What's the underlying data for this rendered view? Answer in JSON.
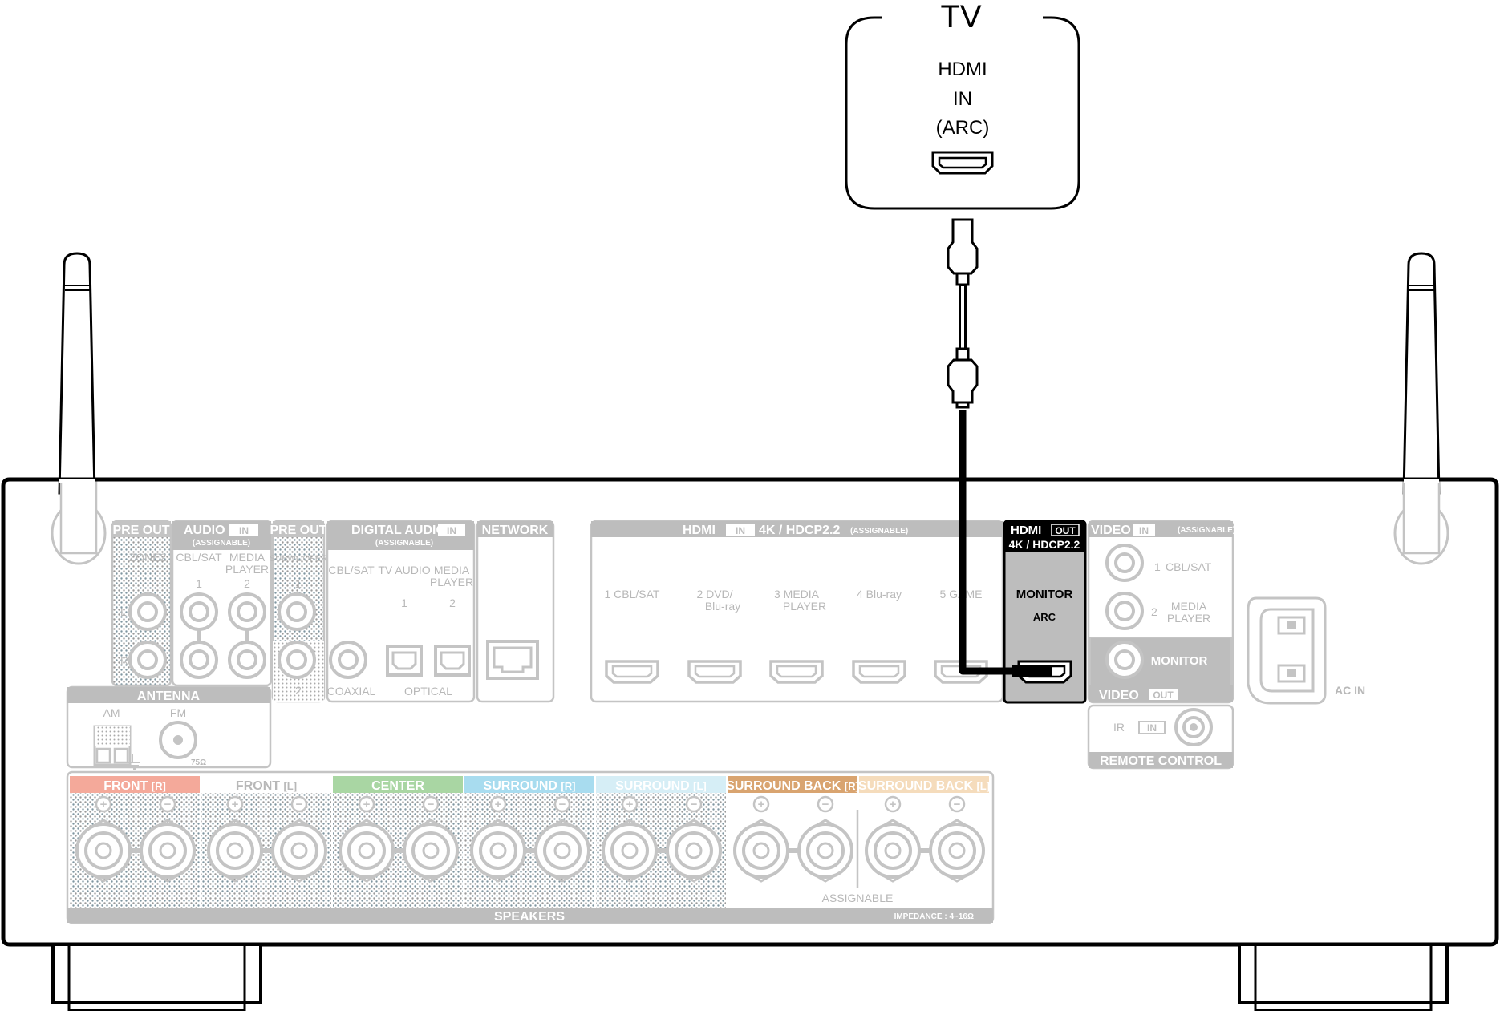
{
  "tv": {
    "title": "TV",
    "port_line1": "HDMI",
    "port_line2": "IN",
    "port_line3": "(ARC)"
  },
  "receiver": {
    "pre_out_zone2": {
      "header": "PRE OUT",
      "sub": "ZONE2",
      "l": "L",
      "r": "R"
    },
    "audio_in": {
      "header": "AUDIO",
      "badge": "IN",
      "sub": "(ASSIGNABLE)",
      "col1": "CBL/SAT",
      "col1_num": "1",
      "col2": "MEDIA PLAYER",
      "col2_num": "2"
    },
    "pre_out_sub": {
      "header": "PRE OUT",
      "sub": "SUBWOOFER",
      "n1": "1",
      "n2": "2"
    },
    "digital_audio": {
      "header": "DIGITAL AUDIO",
      "badge": "IN",
      "sub": "(ASSIGNABLE)",
      "c1": "CBL/SAT",
      "c2": "TV AUDIO",
      "c3": "MEDIA PLAYER",
      "n1": "1",
      "n2": "2",
      "coaxial": "COAXIAL",
      "optical": "OPTICAL"
    },
    "network": {
      "header": "NETWORK"
    },
    "hdmi_in": {
      "header": "HDMI",
      "badge": "IN",
      "spec": "4K / HDCP2.2",
      "assignable": "(ASSIGNABLE)",
      "ports": [
        {
          "num": "1",
          "line1": "CBL/SAT",
          "line2": ""
        },
        {
          "num": "2",
          "line1": "DVD/",
          "line2": "Blu-ray"
        },
        {
          "num": "3",
          "line1": "MEDIA",
          "line2": "PLAYER"
        },
        {
          "num": "4",
          "line1": "Blu-ray",
          "line2": ""
        },
        {
          "num": "5",
          "line1": "GAME",
          "line2": ""
        }
      ]
    },
    "hdmi_out": {
      "header": "HDMI",
      "badge": "OUT",
      "spec": "4K / HDCP2.2",
      "monitor": "MONITOR",
      "arc": "ARC"
    },
    "video_in": {
      "header": "VIDEO",
      "badge": "IN",
      "assignable": "(ASSIGNABLE)",
      "p1_num": "1",
      "p1": "CBL/SAT",
      "p2_num": "2",
      "p2_line1": "MEDIA",
      "p2_line2": "PLAYER"
    },
    "video_out": {
      "monitor": "MONITOR",
      "header": "VIDEO",
      "badge": "OUT"
    },
    "remote_control": {
      "ir": "IR",
      "badge": "IN",
      "header": "REMOTE CONTROL"
    },
    "ac_in": "AC IN",
    "antenna": {
      "header": "ANTENNA",
      "am": "AM",
      "fm": "FM",
      "ohm": "75Ω"
    },
    "speakers": {
      "footer": "SPEAKERS",
      "impedance": "IMPEDANCE : 4~16Ω",
      "assignable": "ASSIGNABLE",
      "groups": [
        {
          "label": "FRONT",
          "side": "R",
          "color": "#f4a99a"
        },
        {
          "label": "FRONT",
          "side": "L",
          "color": "#ffffff"
        },
        {
          "label": "CENTER",
          "side": "",
          "color": "#a9d6a3"
        },
        {
          "label": "SURROUND",
          "side": "R",
          "color": "#a8dcef"
        },
        {
          "label": "SURROUND",
          "side": "L",
          "color": "#d6eef6"
        },
        {
          "label": "SURROUND BACK",
          "side": "R",
          "color": "#d9a470"
        },
        {
          "label": "SURROUND BACK",
          "side": "L",
          "color": "#f5dcbc"
        }
      ]
    }
  }
}
